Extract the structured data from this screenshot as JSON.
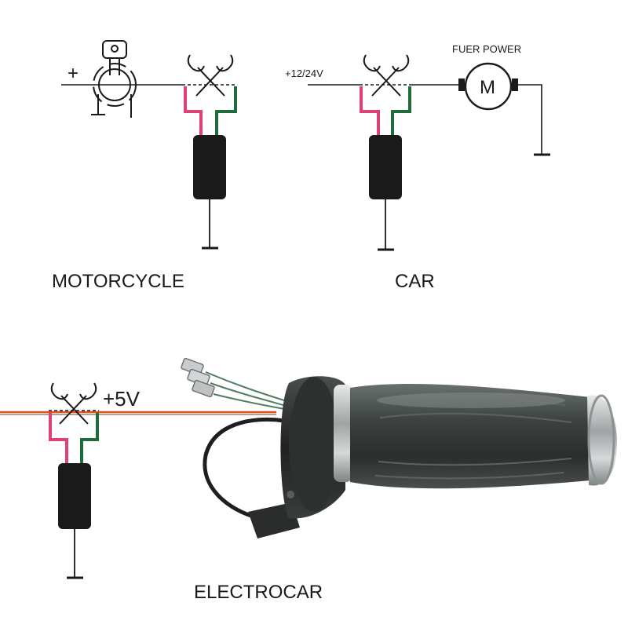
{
  "panels": {
    "motorcycle": {
      "caption": "MOTORCYCLE",
      "supply": "+"
    },
    "car": {
      "caption": "CAR",
      "supply": "+12/24V",
      "load": "FUER POWER",
      "motor": "M"
    },
    "electrocar": {
      "caption": "ELECTROCAR",
      "supply": "+5V"
    }
  },
  "colors": {
    "wire_black": "#1a1a1a",
    "wire_red": "#e0407a",
    "wire_green": "#1f6b3a",
    "orange_wire": "#d4551e",
    "grip_body": "#3a3f3d",
    "chrome": "#b8bcbd"
  }
}
